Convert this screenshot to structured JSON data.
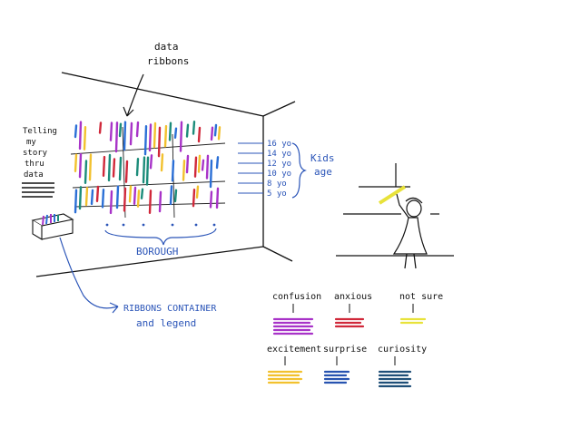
{
  "labels": {
    "data_ribbons_line1": "data",
    "data_ribbons_line2": "ribbons",
    "telling_1": "Telling",
    "telling_2": "my",
    "telling_3": "story",
    "telling_4": "thru",
    "telling_5": "data",
    "kids_age_1": "Kids",
    "kids_age_2": "age",
    "borough": "BOROUGH",
    "container_1": "RIBBONS CONTAINER",
    "container_2": "and legend"
  },
  "ages": [
    "16 yo",
    "14 yo",
    "12 yo",
    "10 yo",
    "8 yo",
    "5 yo"
  ],
  "legend": [
    {
      "label": "confusion",
      "color": "#a833c8"
    },
    {
      "label": "anxious",
      "color": "#d0283a"
    },
    {
      "label": "not sure",
      "color": "#e8e23a"
    },
    {
      "label": "excitement",
      "color": "#f2c12e"
    },
    {
      "label": "surprise",
      "color": "#2753b0"
    },
    {
      "label": "curiosity",
      "color": "#1f4f78"
    }
  ],
  "ribbon_colors": [
    "#f2c12e",
    "#2b6fd6",
    "#a833c8",
    "#1c8c7a",
    "#d0283a"
  ]
}
